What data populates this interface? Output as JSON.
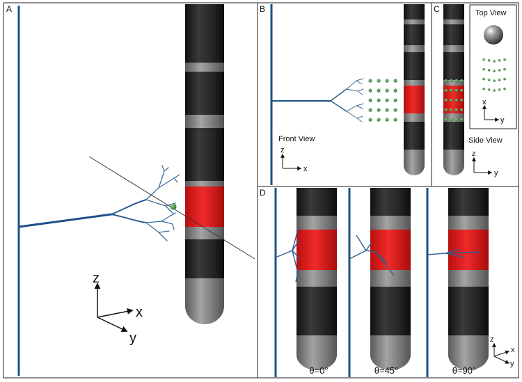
{
  "panels": {
    "a": {
      "label": "A"
    },
    "b": {
      "label": "B",
      "view_label": "Front View"
    },
    "c": {
      "label": "C",
      "top_view_label": "Top View",
      "side_view_label": "Side View"
    },
    "d": {
      "label": "D",
      "angles": [
        "θ=0°",
        "θ=45°",
        "θ=90°"
      ]
    }
  },
  "axes": {
    "z": "z",
    "x": "x",
    "y": "y"
  },
  "colors": {
    "electrode_contact": "#e01919",
    "electrode_dark": "#262626",
    "electrode_gray": "#8a8a8a",
    "axon": "#1d4f86",
    "dendrite": "#3f6f9b",
    "node_green": "#3e8f3e"
  },
  "icons": {
    "axis_triad": "axis-triad-icon",
    "sphere": "electrode-tip-sphere-icon"
  }
}
